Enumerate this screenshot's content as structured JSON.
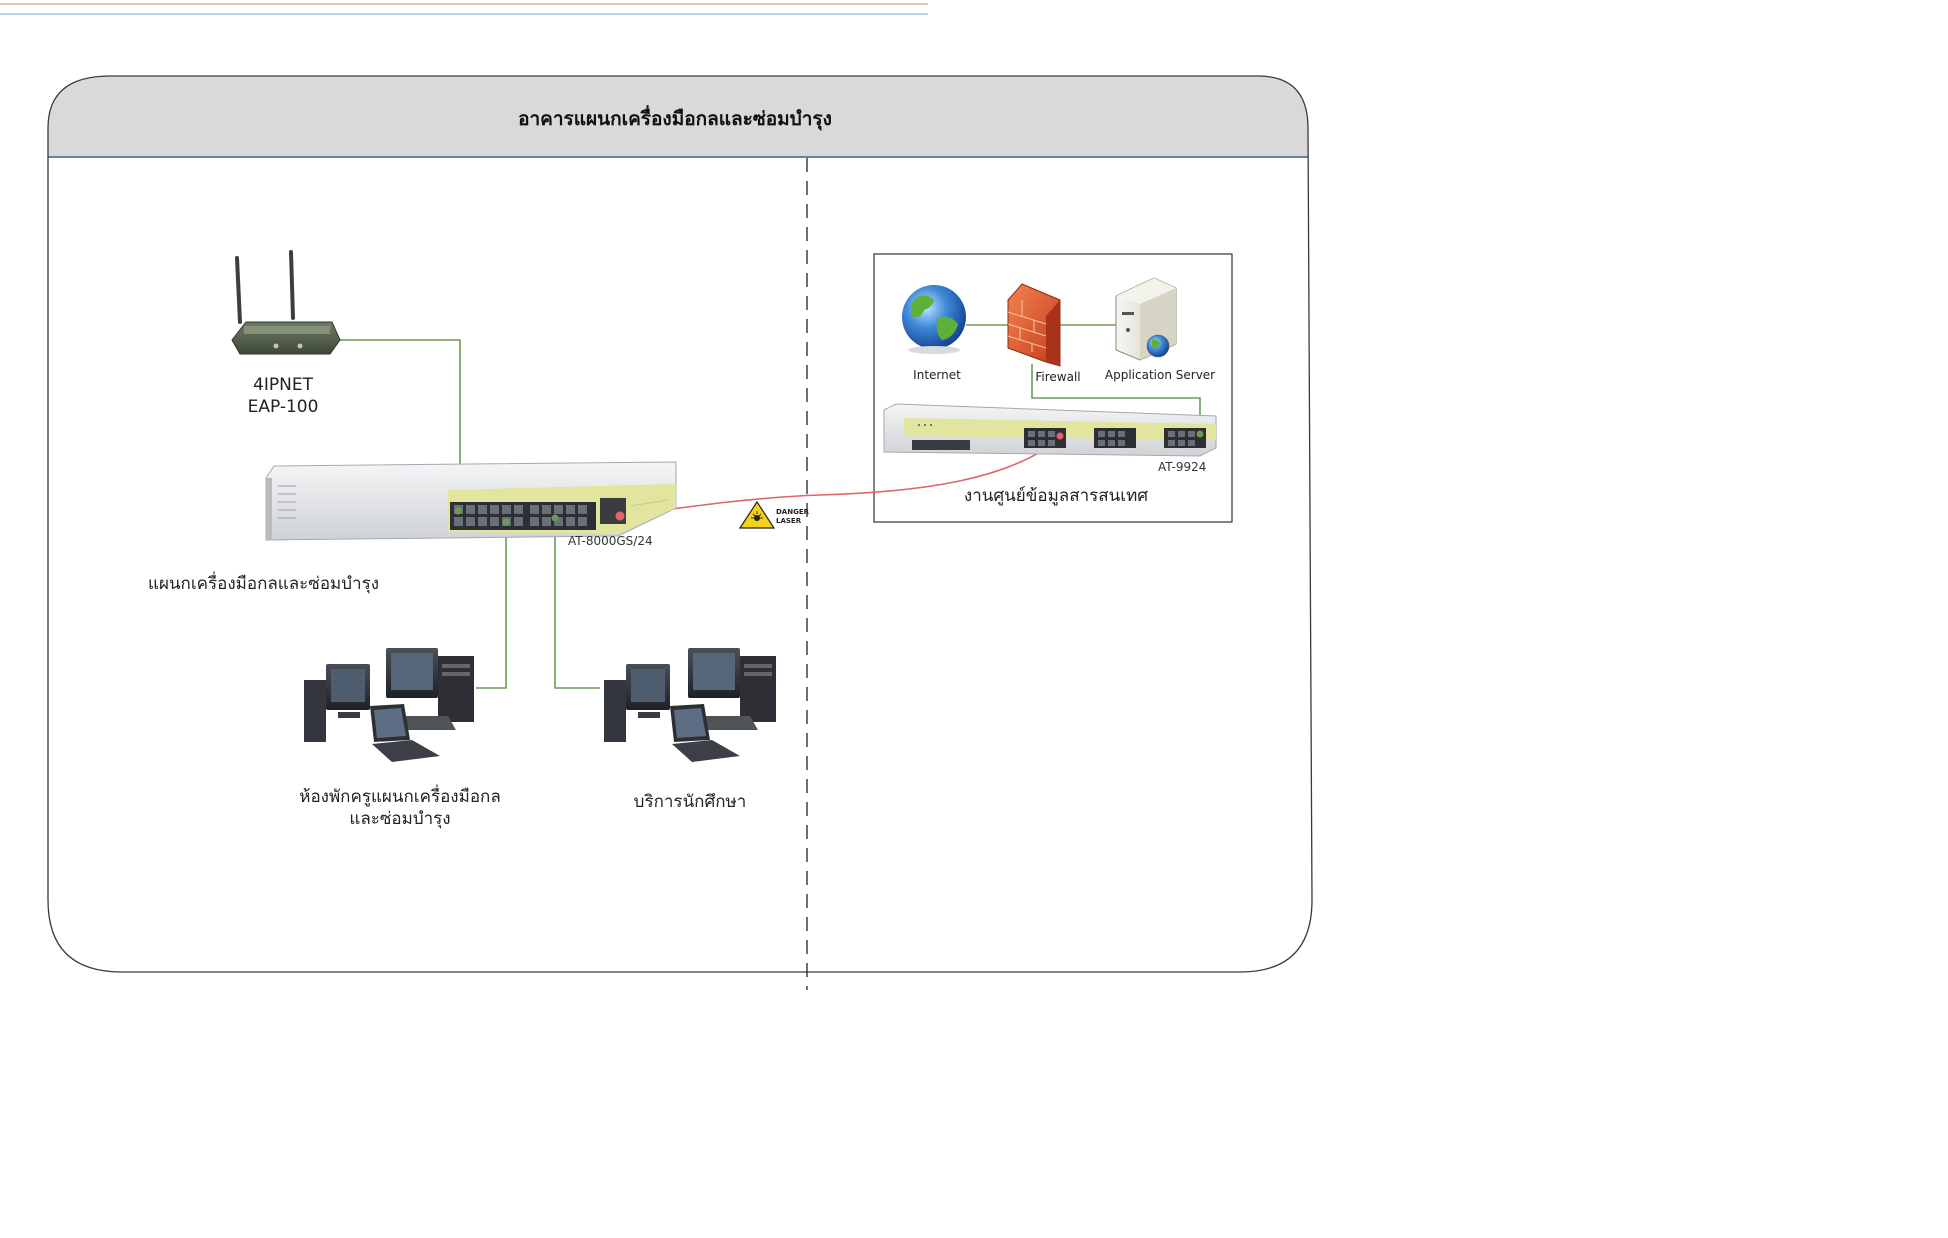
{
  "building": {
    "title": "อาคารแผนกเครื่องมือกลและซ่อมบำรุง"
  },
  "left_zone": {
    "access_point": {
      "line1": "4IPNET",
      "line2": "EAP-100"
    },
    "switch": {
      "model": "AT-8000GS/24"
    },
    "department_label": "แผนกเครื่องมือกลและซ่อมบำรุง",
    "pc_groups": [
      {
        "line1": "ห้องพักครูแผนกเครื่องมือกล",
        "line2": "และซ่อมบำรุง"
      },
      {
        "line1": "บริการนักศึกษา"
      }
    ]
  },
  "right_zone": {
    "internet_label": "Internet",
    "firewall_label": "Firewall",
    "app_server_label": "Application Server",
    "core_switch_model": "AT-9924",
    "datacenter_label": "งานศูนย์ข้อมูลสารสนเทศ"
  },
  "laser_warning": {
    "line1": "DANGER",
    "line2": "LASER"
  },
  "colors": {
    "header_fill": "#d9d9d9",
    "header_border": "#6e7fa6",
    "link_copper": "#6c9a57",
    "link_fiber": "#e0646a",
    "switch_body": "#e8e9ea",
    "switch_trim": "#e2e59d",
    "firewall": "#e0542d",
    "globe": "#3f8ad8",
    "device_dark": "#2d2f35"
  },
  "icons": [
    "wireless-ap-icon",
    "switch-icon",
    "desktop-pc-icon",
    "laptop-icon",
    "globe-icon",
    "firewall-icon",
    "server-icon",
    "laser-warning-icon"
  ]
}
